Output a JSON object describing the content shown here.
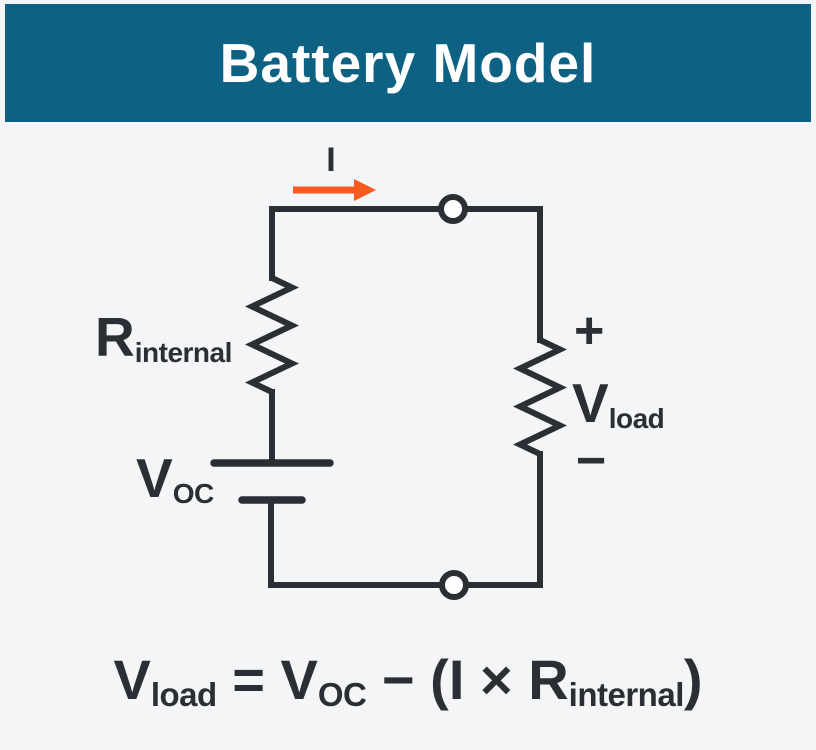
{
  "header": {
    "title": "Battery Model"
  },
  "circuit": {
    "current_label": "I",
    "labels": {
      "r_internal": {
        "main": "R",
        "sub": "internal"
      },
      "v_oc": {
        "main": "V",
        "sub": "OC"
      },
      "v_load": {
        "main": "V",
        "sub": "load"
      },
      "plus": "+",
      "minus": "−"
    }
  },
  "formula": {
    "v_load": {
      "main": "V",
      "sub": "load"
    },
    "equals": " = ",
    "v_oc": {
      "main": "V",
      "sub": "OC"
    },
    "minus_open": " − (",
    "current": "I",
    "times": " × ",
    "r_internal": {
      "main": "R",
      "sub": "internal"
    },
    "close_paren": ")"
  },
  "colors": {
    "header_bg": "#0d6183",
    "header_text": "#ffffff",
    "wire": "#2b2e35",
    "arrow": "#f95a1f",
    "background": "#f4f5f6",
    "node_fill": "#ffffff"
  }
}
